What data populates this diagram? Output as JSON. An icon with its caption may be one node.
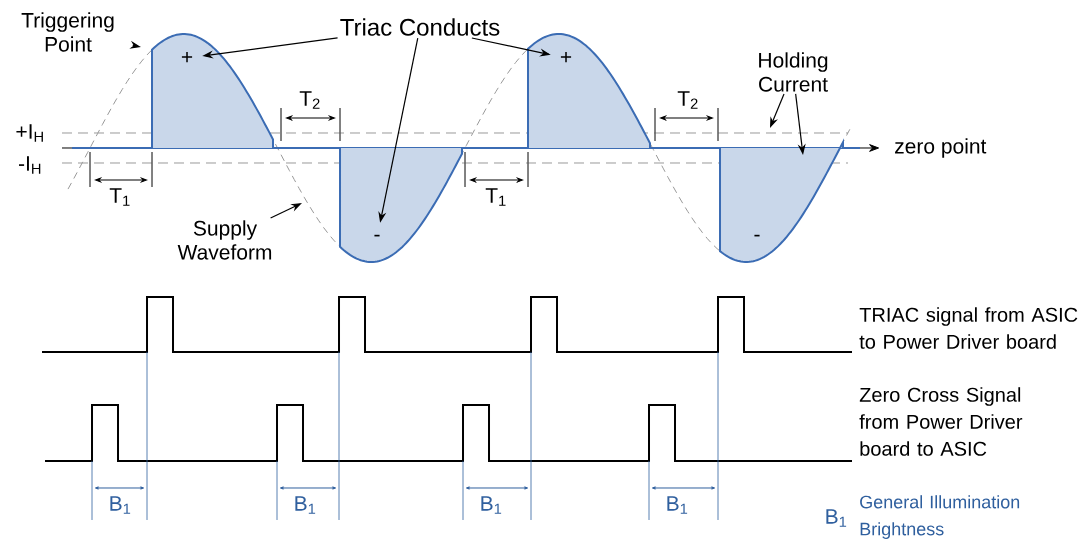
{
  "diagram": {
    "nodes": [
      {
        "text": [
          "Triggering Point"
        ]
      },
      {
        "text": [
          "Triac Conducts"
        ]
      },
      {
        "text": [
          "Supply Waveform"
        ]
      },
      {
        "text": [
          "Holding Current"
        ]
      },
      {
        "text": [
          "+"
        ]
      },
      {
        "text": [
          "-"
        ]
      },
      {
        "text": [
          "+"
        ]
      },
      {
        "text": [
          "-"
        ]
      }
    ],
    "edges": [
      {
        "from": 0,
        "to": null,
        "arrow": "to"
      },
      {
        "from": 1,
        "to": 4,
        "arrow": "to"
      },
      {
        "from": 1,
        "to": 5,
        "arrow": "to"
      },
      {
        "from": 1,
        "to": 6,
        "arrow": "to"
      },
      {
        "from": 2,
        "to": null,
        "arrow": "to"
      },
      {
        "from": 3,
        "to": null,
        "arrow": "to"
      },
      {
        "from": 3,
        "to": 7,
        "arrow": "to"
      }
    ],
    "labels": [
      "+I$_{H}$",
      "-I$_{H}$",
      "T$_{2}$",
      "T$_{2}$",
      "zero point",
      "T$_{1}$",
      "T$_{1}$",
      "TRIAC signal from ASIC to Power Driver board",
      "Zero Cross Signal from Power Driver board to ASIC",
      "B$_{1}$",
      "B$_{1}$",
      "B$_{1}$",
      "B$_{1}$",
      "B$_{1}$",
      "General Illumination Brightness"
    ]
  }
}
